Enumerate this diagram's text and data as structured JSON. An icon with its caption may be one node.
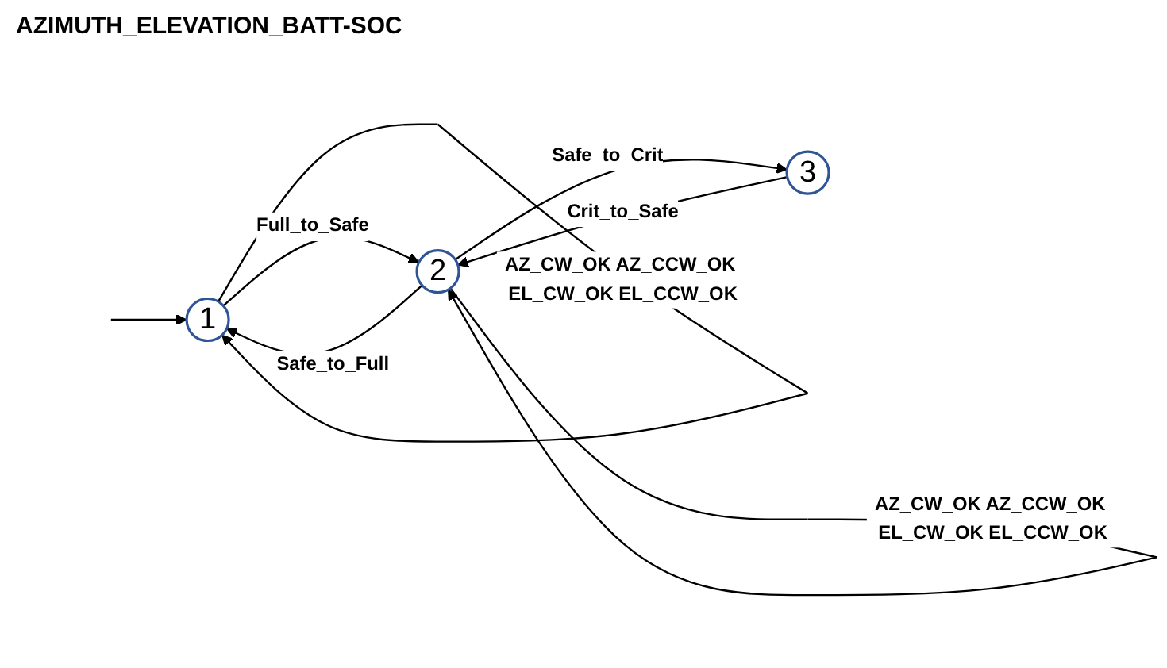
{
  "diagram": {
    "title": "AZIMUTH_ELEVATION_BATT-SOC",
    "nodes": [
      {
        "text": [
          "1"
        ]
      },
      {
        "text": [
          "2"
        ]
      },
      {
        "text": [
          "3"
        ]
      }
    ],
    "edges": [
      {
        "from": null,
        "to": 0,
        "arrow": "to"
      },
      {
        "from": 0,
        "to": 0,
        "arrow": "to",
        "label": "AZ_CW_OK AZ_CCW_OK EL_CW_OK EL_CCW_OK"
      },
      {
        "from": 0,
        "to": 1,
        "arrow": "to",
        "label": "Full_to_Safe"
      },
      {
        "from": 1,
        "to": 0,
        "arrow": "to",
        "label": "Safe_to_Full"
      },
      {
        "from": 1,
        "to": 1,
        "arrow": "to",
        "label": "AZ_CW_OK AZ_CCW_OK EL_CW_OK EL_CCW_OK"
      },
      {
        "from": 1,
        "to": 2,
        "arrow": "to",
        "label": "Safe_to_Crit"
      },
      {
        "from": 2,
        "to": 1,
        "arrow": "to",
        "label": "Crit_to_Safe"
      }
    ]
  }
}
